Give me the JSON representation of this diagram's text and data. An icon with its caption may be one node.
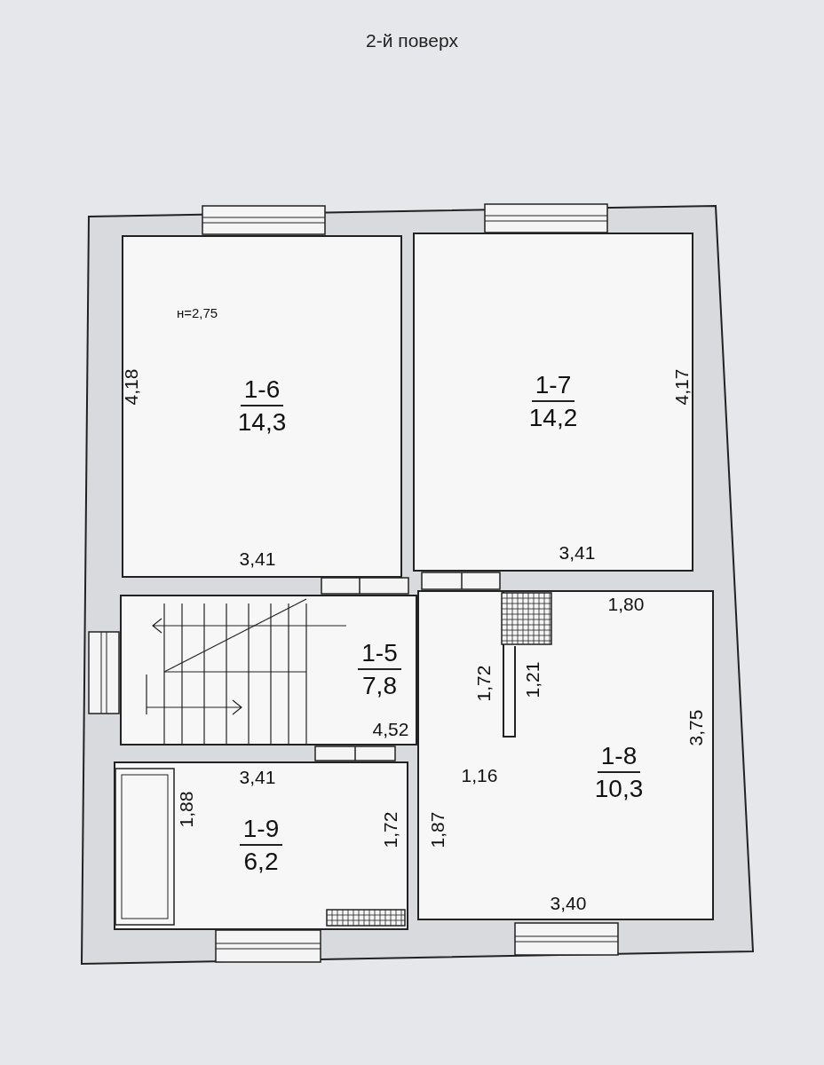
{
  "diagram": {
    "title": "2-й поверх",
    "nodes": [
      {
        "text": [
          "1-6",
          "14,3"
        ]
      },
      {
        "text": [
          "1-7",
          "14,2"
        ]
      },
      {
        "text": [
          "1-5",
          "7,8"
        ]
      },
      {
        "text": [
          "1-8",
          "10,3"
        ]
      },
      {
        "text": [
          "1-9",
          "6,2"
        ]
      }
    ],
    "edges": [],
    "labels": [
      "н=2,75",
      "4,18",
      "3,41",
      "4,17",
      "3,41",
      "1,80",
      "1,72",
      "1,21",
      "3,75",
      "4,52",
      "3,41",
      "1,16",
      "1,88",
      "1,72",
      "1,87",
      "3,40"
    ]
  }
}
